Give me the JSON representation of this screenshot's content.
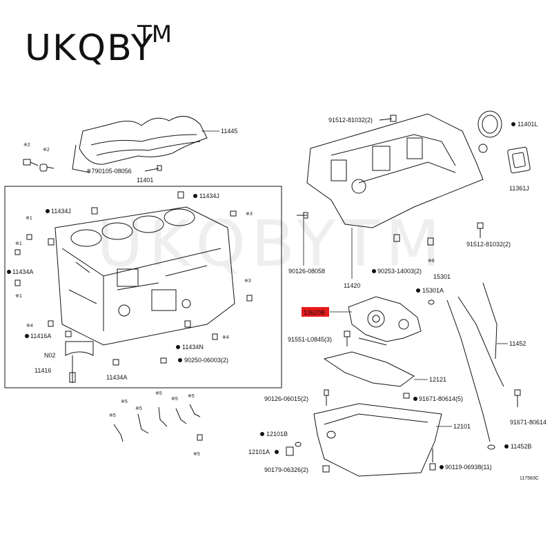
{
  "brand": {
    "name": "UKQBY",
    "tm": "TM"
  },
  "watermark": "UKQBYTM",
  "labels": {
    "p11445": "11445",
    "p790105": "※790105-08056",
    "p11401": "11401",
    "p11434J_top": "11434J",
    "p11434J_left": "11434J",
    "p11434A_left": "11434A",
    "p11416A": "11416A",
    "pN02": "N02",
    "p11416": "11416",
    "p11434A_bottom": "11434A",
    "p11434N": "11434N",
    "p90250": "90250-06003(2)",
    "p91512_top": "91512-81032(2)",
    "p11401L": "11401L",
    "p11361J": "11361J",
    "p91512_right": "91512-81032(2)",
    "p90126_08058": "90126-08058",
    "p90253": "90253-14003(2)",
    "p11420": "11420",
    "p15301": "15301",
    "p15301A": "15301A",
    "p13620B": "13620B",
    "p91551": "91551-L0845(3)",
    "p11452": "11452",
    "p12121": "12121",
    "p90126_06015": "90126-06015(2)",
    "p91671_5": "91671-80614(5)",
    "p91671_r": "91671-80614",
    "p12101": "12101",
    "p12101B": "12101B",
    "p12101A": "12101A",
    "p11452B": "11452B",
    "p90179": "90179-06326(2)",
    "p90119": "90119-06938(11)",
    "p117583C": "117583C"
  },
  "marks": {
    "m1": "※1",
    "m2": "※2",
    "m3": "※3",
    "m4": "※4",
    "m5": "※5",
    "m6": "※6"
  },
  "colors": {
    "highlight": "#e8191c",
    "ink": "#111111"
  }
}
